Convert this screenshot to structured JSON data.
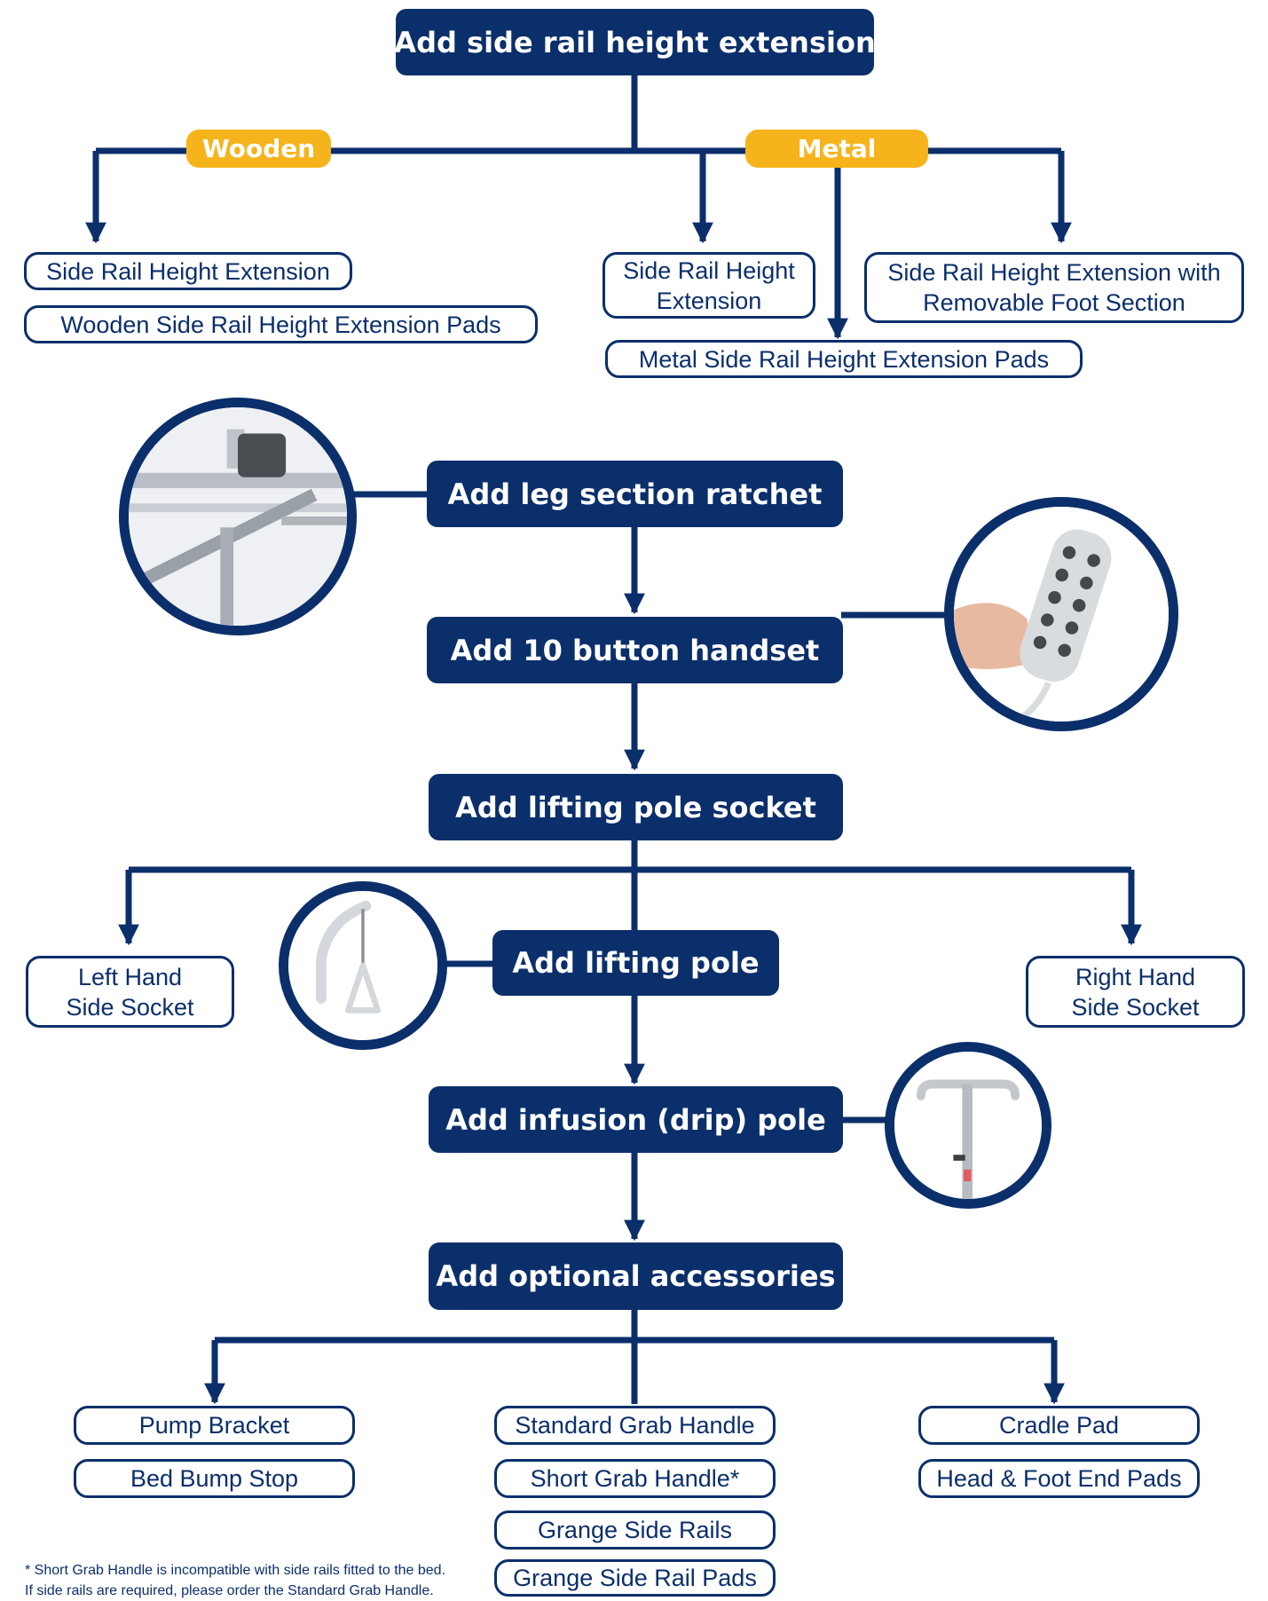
{
  "colors": {
    "navy": "#0b2f6b",
    "amber": "#f6b41c",
    "background": "#ffffff"
  },
  "steps": {
    "side_rail": "Add side rail height extension",
    "leg_ratchet": "Add leg section ratchet",
    "handset": "Add 10 button handset",
    "socket": "Add lifting pole socket",
    "lifting_pole": "Add lifting pole",
    "infusion": "Add infusion (drip) pole",
    "accessories": "Add optional accessories"
  },
  "material_tags": {
    "wooden": "Wooden",
    "metal": "Metal"
  },
  "options": {
    "wooden_extension": "Side Rail Height Extension",
    "wooden_pads": "Wooden Side Rail Height Extension Pads",
    "metal_extension": [
      "Side Rail Height",
      "Extension"
    ],
    "metal_foot_extension": [
      "Side Rail Height Extension with",
      "Removable Foot Section"
    ],
    "metal_pads": "Metal Side Rail Height Extension Pads",
    "left_socket": [
      "Left Hand",
      "Side Socket"
    ],
    "right_socket": [
      "Right Hand",
      "Side Socket"
    ],
    "pump_bracket": "Pump Bracket",
    "bed_bump_stop": "Bed Bump Stop",
    "standard_grab": "Standard Grab Handle",
    "short_grab": "Short Grab Handle*",
    "grange_rails": "Grange Side Rails",
    "grange_pads": "Grange Side Rail Pads",
    "cradle_pad": "Cradle Pad",
    "end_pads": "Head & Foot End Pads"
  },
  "photos": {
    "ratchet": "leg-ratchet-photo",
    "handset": "handset-photo",
    "lifting_pole": "lifting-pole-photo",
    "drip_pole": "drip-pole-photo"
  },
  "footnote": {
    "line1": "* Short Grab Handle is incompatible with side rails fitted to the bed.",
    "line2": "If side rails are required, please order the Standard Grab Handle."
  }
}
